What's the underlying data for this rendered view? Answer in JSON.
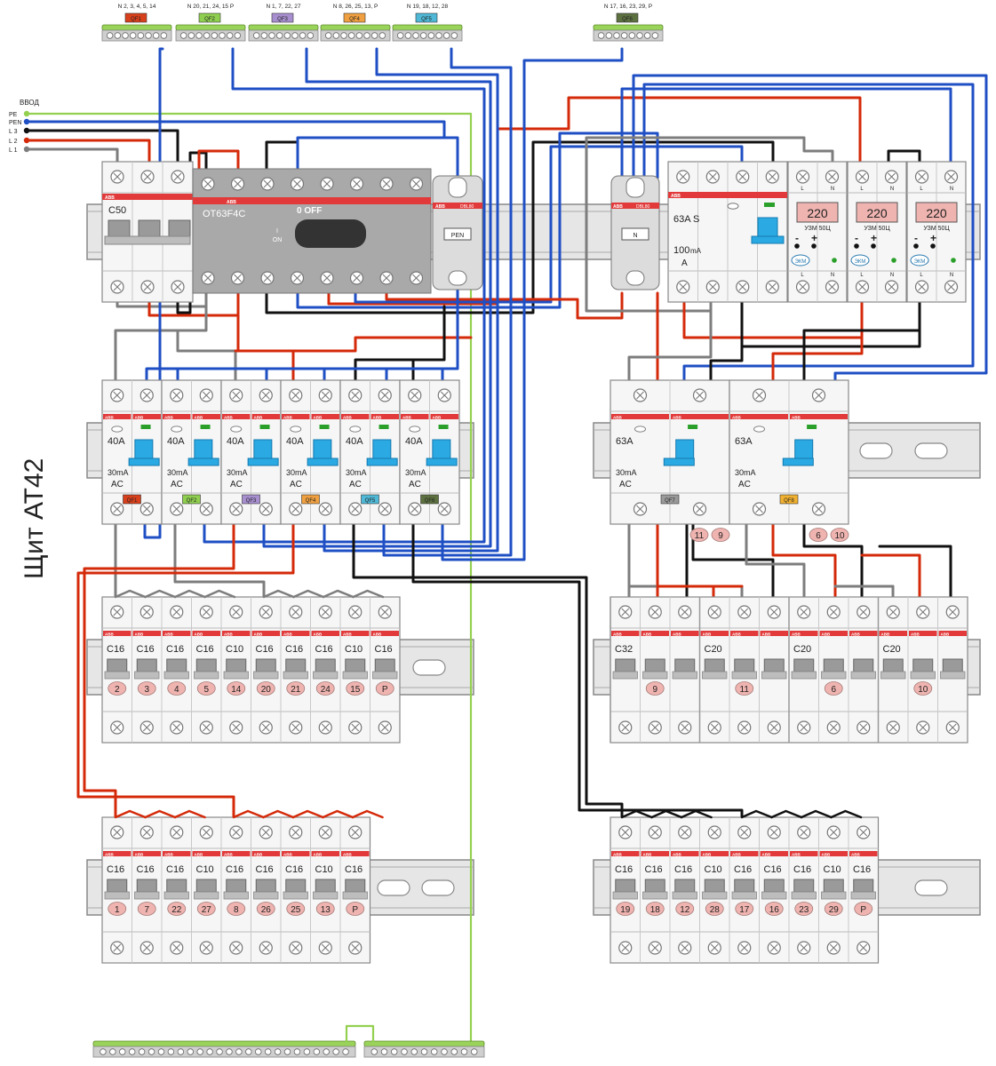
{
  "title": "Щит АТ42",
  "colors": {
    "brown": "#d42a0a",
    "blue": "#1f4fc4",
    "black": "#111111",
    "gray": "#7d7d7d",
    "pe_green": "#94d050",
    "abb_red": "#e23a3a",
    "module_face": "#f6f6f6",
    "badge": "#efb4b0",
    "switch_gray": "#9a9a9a",
    "rail": "#e6e6e6"
  },
  "input": {
    "label": "ВВОД",
    "lines": [
      {
        "name": "PE",
        "color": "green"
      },
      {
        "name": "PEN",
        "color": "blue"
      },
      {
        "name": "L 3",
        "color": "black"
      },
      {
        "name": "L 2",
        "color": "red"
      },
      {
        "name": "L 1",
        "color": "gray"
      }
    ]
  },
  "top_bars": [
    {
      "tag": "QF1",
      "tag_color": "#d8401c",
      "label": "N 2, 3, 4, 5, 14"
    },
    {
      "tag": "QF2",
      "tag_color": "#8fcf4f",
      "label": "N 20, 21, 24, 15 P"
    },
    {
      "tag": "QF3",
      "tag_color": "#a78fcf",
      "label": "N 1, 7, 22, 27"
    },
    {
      "tag": "QF4",
      "tag_color": "#f0a040",
      "label": "N 8, 26, 25, 13, P"
    },
    {
      "tag": "QF5",
      "tag_color": "#4fb8d6",
      "label": "N 19, 18, 12, 28"
    },
    {
      "tag": "QF6",
      "tag_color": "#5c7040",
      "label": "N 17, 16, 23, 29, P"
    }
  ],
  "brand": "ABB",
  "main_breaker": {
    "rating": "C50"
  },
  "switch_disconnector": {
    "model": "OT63F4C",
    "state": "0 OFF",
    "on_mark": "I",
    "on_label": "ON"
  },
  "dbl_left": {
    "model": "DBL80",
    "label": "PEN"
  },
  "dbl_right": {
    "model": "DBL80",
    "label": "N"
  },
  "rcd_main": {
    "rating": "63A S",
    "sensitivity": "100",
    "sensitivity_unit": "mA",
    "type": "A"
  },
  "voltage_relays": [
    {
      "value": "220",
      "model": "УЗМ 50Ц",
      "minus": "-",
      "plus": "+",
      "ekm": "ЭКМ",
      "top_l": "L",
      "top_n": "N",
      "bot_l": "L",
      "bot_n": "N"
    },
    {
      "value": "220",
      "model": "УЗМ 50Ц",
      "minus": "-",
      "plus": "+",
      "ekm": "ЭКМ",
      "top_l": "L",
      "top_n": "N",
      "bot_l": "L",
      "bot_n": "N"
    },
    {
      "value": "220",
      "model": "УЗМ 50Ц",
      "minus": "-",
      "plus": "+",
      "ekm": "ЭКМ",
      "top_l": "L",
      "top_n": "N",
      "bot_l": "L",
      "bot_n": "N"
    }
  ],
  "rcd_row": [
    {
      "rating": "40A",
      "ma": "30mA",
      "type": "AC",
      "tag": "QF1",
      "tag_color": "#d8401c"
    },
    {
      "rating": "40A",
      "ma": "30mA",
      "type": "AC",
      "tag": "QF2",
      "tag_color": "#8fcf4f"
    },
    {
      "rating": "40A",
      "ma": "30mA",
      "type": "AC",
      "tag": "QF3",
      "tag_color": "#a78fcf"
    },
    {
      "rating": "40A",
      "ma": "30mA",
      "type": "AC",
      "tag": "QF4",
      "tag_color": "#f0a040"
    },
    {
      "rating": "40A",
      "ma": "30mA",
      "type": "AC",
      "tag": "QF5",
      "tag_color": "#4fb8d6"
    },
    {
      "rating": "40A",
      "ma": "30mA",
      "type": "AC",
      "tag": "QF6",
      "tag_color": "#5c7040"
    }
  ],
  "rcd_right": [
    {
      "rating": "63A",
      "ma": "30mA",
      "type": "AC",
      "tag": "QF7",
      "tag_color": "#9a9a9a",
      "badges": [
        "11",
        "9"
      ]
    },
    {
      "rating": "63A",
      "ma": "30mA",
      "type": "AC",
      "tag": "QF8",
      "tag_color": "#f0b030",
      "badges": [
        "6",
        "10"
      ]
    }
  ],
  "row3_left": [
    {
      "rating": "C16",
      "circuit": "2"
    },
    {
      "rating": "C16",
      "circuit": "3"
    },
    {
      "rating": "C16",
      "circuit": "4"
    },
    {
      "rating": "C16",
      "circuit": "5"
    },
    {
      "rating": "C10",
      "circuit": "14"
    },
    {
      "rating": "C16",
      "circuit": "20"
    },
    {
      "rating": "C16",
      "circuit": "21"
    },
    {
      "rating": "C16",
      "circuit": "24"
    },
    {
      "rating": "C10",
      "circuit": "15"
    },
    {
      "rating": "C16",
      "circuit": "P"
    }
  ],
  "row3_right": [
    {
      "rating": "C32",
      "circuit": "9"
    },
    {
      "rating": "C20",
      "circuit": "11"
    },
    {
      "rating": "C20",
      "circuit": "6"
    },
    {
      "rating": "C20",
      "circuit": "10"
    }
  ],
  "row4_left": [
    {
      "rating": "C16",
      "circuit": "1"
    },
    {
      "rating": "C16",
      "circuit": "7"
    },
    {
      "rating": "C16",
      "circuit": "22"
    },
    {
      "rating": "C10",
      "circuit": "27"
    },
    {
      "rating": "C16",
      "circuit": "8"
    },
    {
      "rating": "C16",
      "circuit": "26"
    },
    {
      "rating": "C16",
      "circuit": "25"
    },
    {
      "rating": "C10",
      "circuit": "13"
    },
    {
      "rating": "C16",
      "circuit": "P"
    }
  ],
  "row4_right": [
    {
      "rating": "C16",
      "circuit": "19"
    },
    {
      "rating": "C16",
      "circuit": "18"
    },
    {
      "rating": "C16",
      "circuit": "12"
    },
    {
      "rating": "C10",
      "circuit": "28"
    },
    {
      "rating": "C16",
      "circuit": "17"
    },
    {
      "rating": "C16",
      "circuit": "16"
    },
    {
      "rating": "C16",
      "circuit": "23"
    },
    {
      "rating": "C10",
      "circuit": "29"
    },
    {
      "rating": "C16",
      "circuit": "P"
    }
  ]
}
